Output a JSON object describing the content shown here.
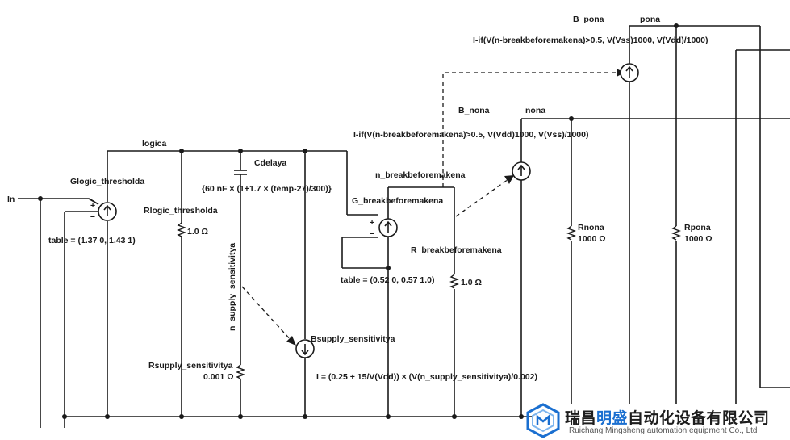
{
  "labels": {
    "in": "In",
    "logica": "logica",
    "glogic_threshold": "Glogic_thresholda",
    "glogic_table": "table = (1.37 0, 1.43 1)",
    "rlogic_threshold": "Rlogic_thresholda",
    "rlogic_value": "1.0 Ω",
    "cdelay": "Cdelaya",
    "cdelay_expr": "{60 nF × (1+1.7 × (temp-27)/300)}",
    "n_supply": "n_supply_sensitivitya",
    "rsupply": "Rsupply_sensitivitya",
    "rsupply_value": "0.001 Ω",
    "bsupply": "Bsupply_sensitivitya",
    "bsupply_expr": "I = (0.25 + 15/V(Vdd)) × (V(n_supply_sensitivitya)/0.002)",
    "g_bbm": "G_breakbeforemakena",
    "g_bbm_table": "table = (0.52 0, 0.57 1.0)",
    "n_bbm": "n_breakbeforemakena",
    "r_bbm": "R_breakbeforemakena",
    "r_bbm_value": "1.0 Ω",
    "b_nona": "B_nona",
    "nona": "nona",
    "b_nona_expr": "I-if(V(n-breakbeforemakena)>0.5, V(Vdd)1000, V(Vss)/1000)",
    "b_pona": "B_pona",
    "pona": "pona",
    "b_pona_expr": "I-if(V(n-breakbeforemakena)>0.5, V(Vss)1000, V(Vdd)/1000)",
    "rnona": "Rnona",
    "rnona_value": "1000 Ω",
    "rpona": "Rpona",
    "rpona_value": "1000 Ω",
    "plus": "+",
    "minus": "–"
  },
  "logo": {
    "cn_prefix": "瑞昌",
    "cn_highlight": "明盛",
    "cn_suffix": "自动化设备有限公司",
    "en": "Ruichang Mingsheng automation equipment Co., Ltd",
    "brand_color": "#1a6fd0"
  }
}
